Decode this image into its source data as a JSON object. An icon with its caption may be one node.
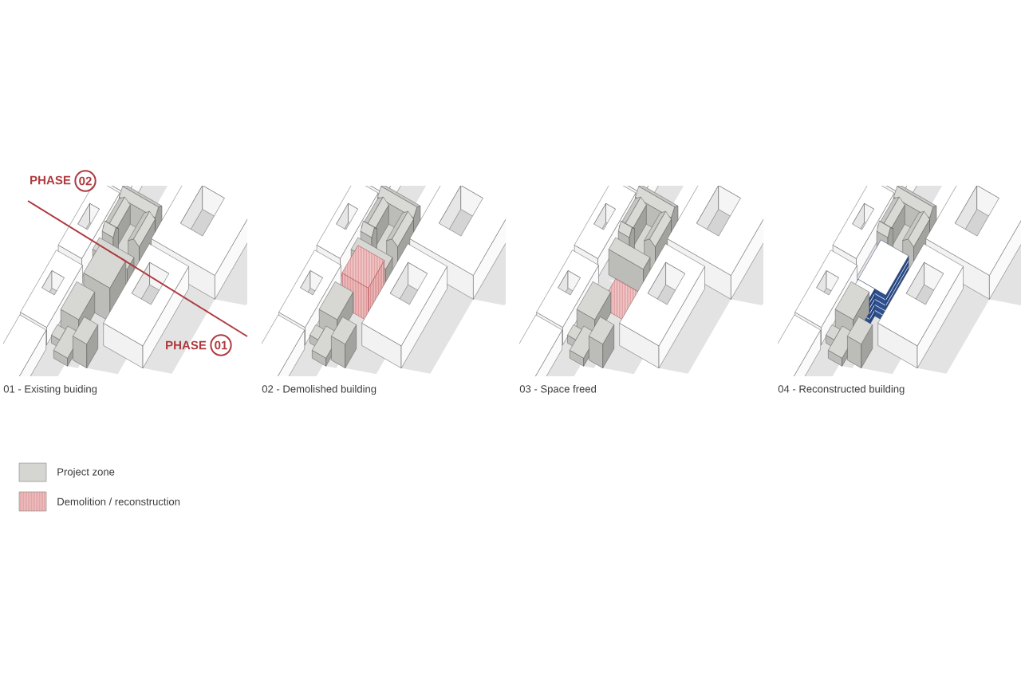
{
  "diagram": {
    "labels": [
      "PHASE",
      "02",
      "PHASE",
      "01",
      "01 - Existing buiding",
      "02 - Demolished building",
      "03 - Space freed",
      "04 - Reconstructed building"
    ],
    "legend": [
      {
        "text": "Project zone",
        "color": "#d5d5d1"
      },
      {
        "text": "Demolition / reconstruction"
      }
    ]
  }
}
